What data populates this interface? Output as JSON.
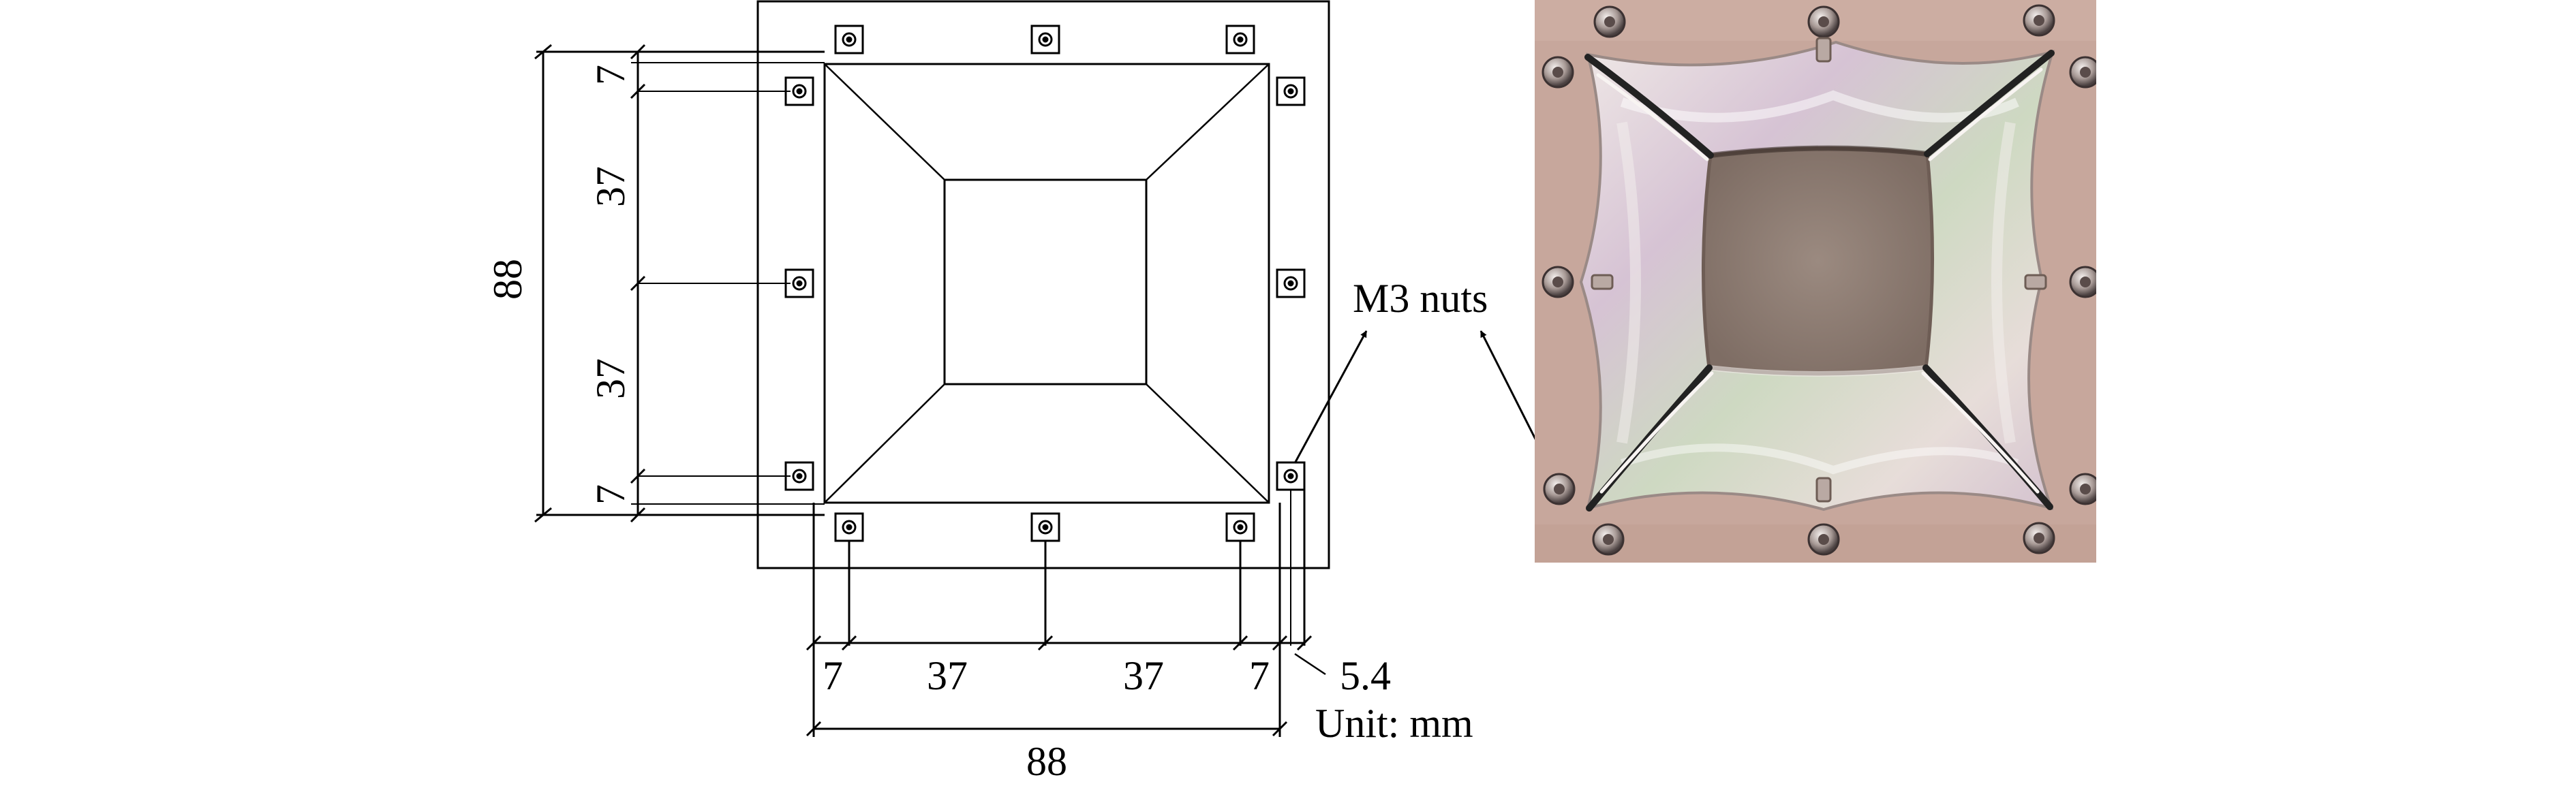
{
  "drawing": {
    "dims": {
      "left": {
        "total": "88",
        "seg_top": "7",
        "seg_a": "37",
        "seg_b": "37",
        "seg_bottom": "7"
      },
      "bottom": {
        "total": "88",
        "seg_left": "7",
        "seg_a": "37",
        "seg_b": "37",
        "seg_right": "7",
        "offset": "5.4"
      }
    },
    "unit": "Unit: mm",
    "nut_label": "M3 nuts"
  },
  "photo": {
    "colors": {
      "background": "#c7a79c",
      "film_light": "#e4dedc",
      "film_tint_green": "#c9d8c0",
      "film_tint_purple": "#d8c4d6",
      "center_window": "#8e7d74",
      "crease_dark": "#222222"
    },
    "subject": "deformed square film clamped by M3 nuts"
  }
}
